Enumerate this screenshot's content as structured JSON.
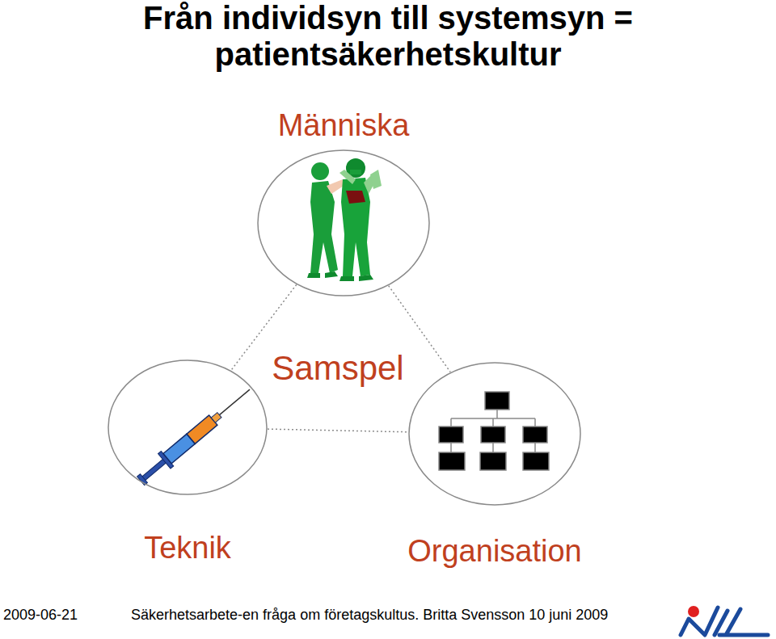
{
  "diagram": {
    "title": "Från individsyn till systemsyn = patientsäkerhetskultur",
    "nodes": [
      {
        "text": [
          "Människa"
        ]
      },
      {
        "text": [
          "Teknik"
        ]
      },
      {
        "text": [
          "Organisation"
        ]
      }
    ],
    "edges": [
      {
        "from": 0,
        "to": 1,
        "arrow": "none"
      },
      {
        "from": 0,
        "to": 2,
        "arrow": "none"
      },
      {
        "from": 1,
        "to": 2,
        "arrow": "none"
      }
    ],
    "labels": [
      "Samspel",
      "2009-06-21",
      "Säkerhetsarbete-en fråga om företagskultus. Britta Svensson 10 juni 2009"
    ]
  }
}
